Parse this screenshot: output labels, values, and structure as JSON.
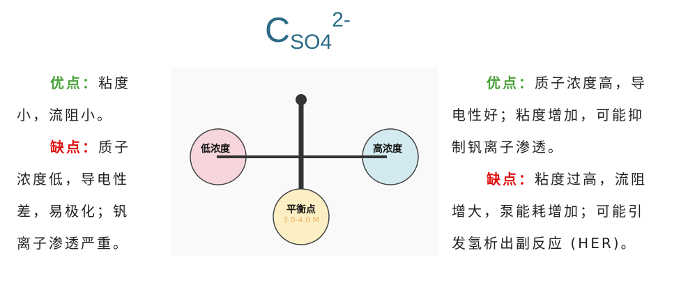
{
  "title": {
    "main": "C",
    "subscript": "SO4",
    "superscript": "2-"
  },
  "left": {
    "pro_label": "优点：",
    "pro_lines": [
      "粘度",
      "小，流阻小。"
    ],
    "con_label": "缺点：",
    "con_lines": [
      "质子",
      "浓度低，导电性",
      "差，易极化；钒",
      "离子渗透严重。"
    ]
  },
  "right": {
    "pro_label": "优点：",
    "pro_lines": [
      "质子浓度高，导",
      "电性好；粘度增加，可能抑",
      "制钒离子渗透。"
    ],
    "con_label": "缺点：",
    "con_lines": [
      "粘度过高，流阻",
      "增大，泵能耗增加；可能引",
      "发氢析出副反应 (HER)。"
    ]
  },
  "diagram": {
    "low_label": "低浓度",
    "high_label": "高浓度",
    "balance_label": "平衡点",
    "balance_range": "3.0-4.0 M",
    "colors": {
      "low": "#f6d6dc",
      "high": "#d3ebf0",
      "balance": "#fcefc4",
      "bar": "#333333",
      "range": "#f0b060"
    }
  }
}
